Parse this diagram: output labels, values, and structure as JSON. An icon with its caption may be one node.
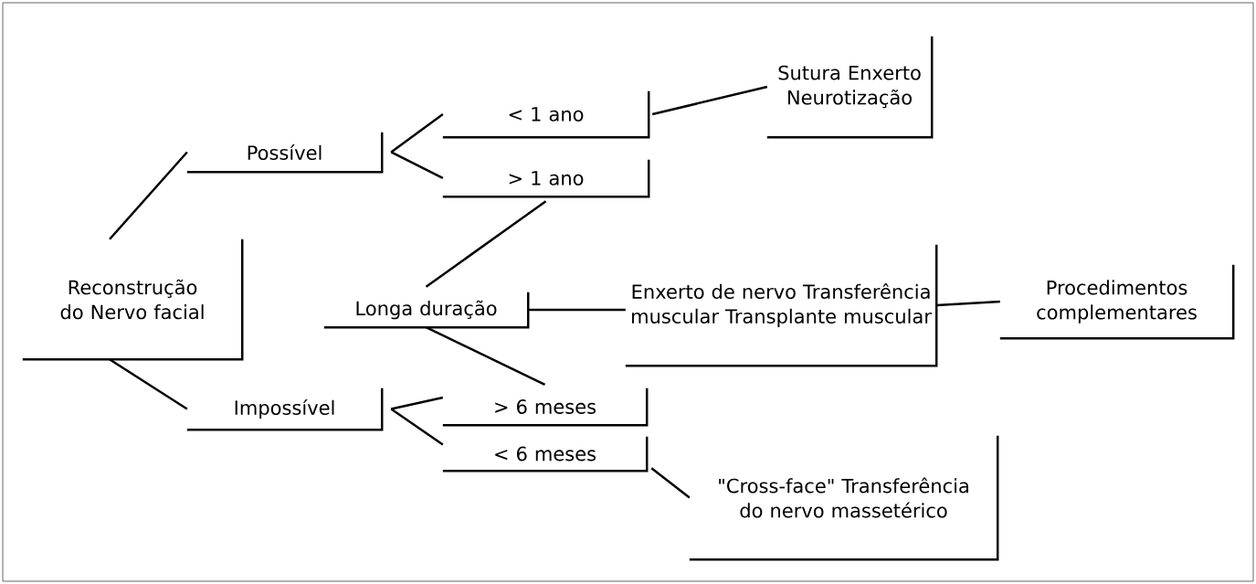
{
  "diagram": {
    "nodes": [
      {
        "text": [
          "Reconstrução do Nervo facial"
        ]
      },
      {
        "text": [
          "Possível"
        ]
      },
      {
        "text": [
          "Impossível"
        ]
      },
      {
        "text": [
          "< 1 ano"
        ]
      },
      {
        "text": [
          "> 1 ano"
        ]
      },
      {
        "text": [
          "Longa duração"
        ]
      },
      {
        "text": [
          "> 6 meses"
        ]
      },
      {
        "text": [
          "< 6 meses"
        ]
      },
      {
        "text": [
          "Sutura Enxerto Neurotização"
        ]
      },
      {
        "text": [
          "Enxerto de nervo Transferência muscular Transplante muscular"
        ]
      },
      {
        "text": [
          "Procedimentos complementares"
        ]
      },
      {
        "text": [
          "\"Cross-face\" Transferência do nervo massetérico"
        ]
      }
    ],
    "edges": [
      {
        "from": 0,
        "to": 1,
        "arrow": "none"
      },
      {
        "from": 0,
        "to": 2,
        "arrow": "none"
      },
      {
        "from": 1,
        "to": 3,
        "arrow": "none"
      },
      {
        "from": 1,
        "to": 4,
        "arrow": "none"
      },
      {
        "from": 3,
        "to": 8,
        "arrow": "none"
      },
      {
        "from": 4,
        "to": 5,
        "arrow": "none"
      },
      {
        "from": 5,
        "to": 9,
        "arrow": "none"
      },
      {
        "from": 9,
        "to": 10,
        "arrow": "none"
      },
      {
        "from": 5,
        "to": 6,
        "arrow": "none"
      },
      {
        "from": 2,
        "to": 6,
        "arrow": "none"
      },
      {
        "from": 2,
        "to": 7,
        "arrow": "none"
      },
      {
        "from": 7,
        "to": 11,
        "arrow": "none"
      }
    ]
  }
}
